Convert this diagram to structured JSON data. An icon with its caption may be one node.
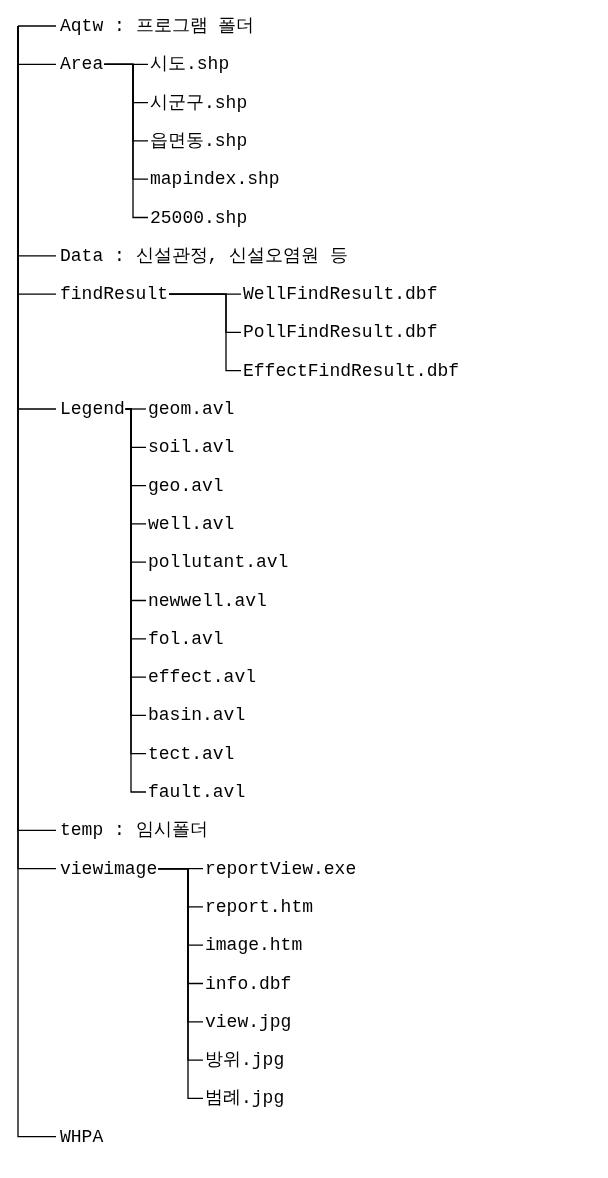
{
  "diagram": {
    "nodes": [
      {
        "text": [
          "Aqtw : 프로그램 폴더"
        ]
      },
      {
        "text": [
          "Area"
        ]
      },
      {
        "text": [
          "시도.shp"
        ]
      },
      {
        "text": [
          "시군구.shp"
        ]
      },
      {
        "text": [
          "읍면동.shp"
        ]
      },
      {
        "text": [
          "mapindex.shp"
        ]
      },
      {
        "text": [
          "25000.shp"
        ]
      },
      {
        "text": [
          "Data : 신설관정, 신설오염원 등"
        ]
      },
      {
        "text": [
          "findResult"
        ]
      },
      {
        "text": [
          "WellFindResult.dbf"
        ]
      },
      {
        "text": [
          "PollFindResult.dbf"
        ]
      },
      {
        "text": [
          "EffectFindResult.dbf"
        ]
      },
      {
        "text": [
          "Legend"
        ]
      },
      {
        "text": [
          "geom.avl"
        ]
      },
      {
        "text": [
          "soil.avl"
        ]
      },
      {
        "text": [
          "geo.avl"
        ]
      },
      {
        "text": [
          "well.avl"
        ]
      },
      {
        "text": [
          "pollutant.avl"
        ]
      },
      {
        "text": [
          "newwell.avl"
        ]
      },
      {
        "text": [
          "fol.avl"
        ]
      },
      {
        "text": [
          "effect.avl"
        ]
      },
      {
        "text": [
          "basin.avl"
        ]
      },
      {
        "text": [
          "tect.avl"
        ]
      },
      {
        "text": [
          "fault.avl"
        ]
      },
      {
        "text": [
          "temp : 임시폴더"
        ]
      },
      {
        "text": [
          "viewimage"
        ]
      },
      {
        "text": [
          "reportView.exe"
        ]
      },
      {
        "text": [
          "report.htm"
        ]
      },
      {
        "text": [
          "image.htm"
        ]
      },
      {
        "text": [
          "info.dbf"
        ]
      },
      {
        "text": [
          "view.jpg"
        ]
      },
      {
        "text": [
          "방위.jpg"
        ]
      },
      {
        "text": [
          "범례.jpg"
        ]
      },
      {
        "text": [
          "WHPA"
        ]
      }
    ],
    "edges": [
      {
        "from": null,
        "to": 0,
        "arrow": "none"
      },
      {
        "from": null,
        "to": 1,
        "arrow": "none"
      },
      {
        "from": 1,
        "to": 2,
        "arrow": "none"
      },
      {
        "from": 1,
        "to": 3,
        "arrow": "none"
      },
      {
        "from": 1,
        "to": 4,
        "arrow": "none"
      },
      {
        "from": 1,
        "to": 5,
        "arrow": "none"
      },
      {
        "from": 1,
        "to": 6,
        "arrow": "none"
      },
      {
        "from": null,
        "to": 7,
        "arrow": "none"
      },
      {
        "from": null,
        "to": 8,
        "arrow": "none"
      },
      {
        "from": 8,
        "to": 9,
        "arrow": "none"
      },
      {
        "from": 8,
        "to": 10,
        "arrow": "none"
      },
      {
        "from": 8,
        "to": 11,
        "arrow": "none"
      },
      {
        "from": null,
        "to": 12,
        "arrow": "none"
      },
      {
        "from": 12,
        "to": 13,
        "arrow": "none"
      },
      {
        "from": 12,
        "to": 14,
        "arrow": "none"
      },
      {
        "from": 12,
        "to": 15,
        "arrow": "none"
      },
      {
        "from": 12,
        "to": 16,
        "arrow": "none"
      },
      {
        "from": 12,
        "to": 17,
        "arrow": "none"
      },
      {
        "from": 12,
        "to": 18,
        "arrow": "none"
      },
      {
        "from": 12,
        "to": 19,
        "arrow": "none"
      },
      {
        "from": 12,
        "to": 20,
        "arrow": "none"
      },
      {
        "from": 12,
        "to": 21,
        "arrow": "none"
      },
      {
        "from": 12,
        "to": 22,
        "arrow": "none"
      },
      {
        "from": 12,
        "to": 23,
        "arrow": "none"
      },
      {
        "from": null,
        "to": 24,
        "arrow": "none"
      },
      {
        "from": null,
        "to": 25,
        "arrow": "none"
      },
      {
        "from": 25,
        "to": 26,
        "arrow": "none"
      },
      {
        "from": 25,
        "to": 27,
        "arrow": "none"
      },
      {
        "from": 25,
        "to": 28,
        "arrow": "none"
      },
      {
        "from": 25,
        "to": 29,
        "arrow": "none"
      },
      {
        "from": 25,
        "to": 30,
        "arrow": "none"
      },
      {
        "from": 25,
        "to": 31,
        "arrow": "none"
      },
      {
        "from": 25,
        "to": 32,
        "arrow": "none"
      },
      {
        "from": null,
        "to": 33,
        "arrow": "none"
      }
    ]
  }
}
